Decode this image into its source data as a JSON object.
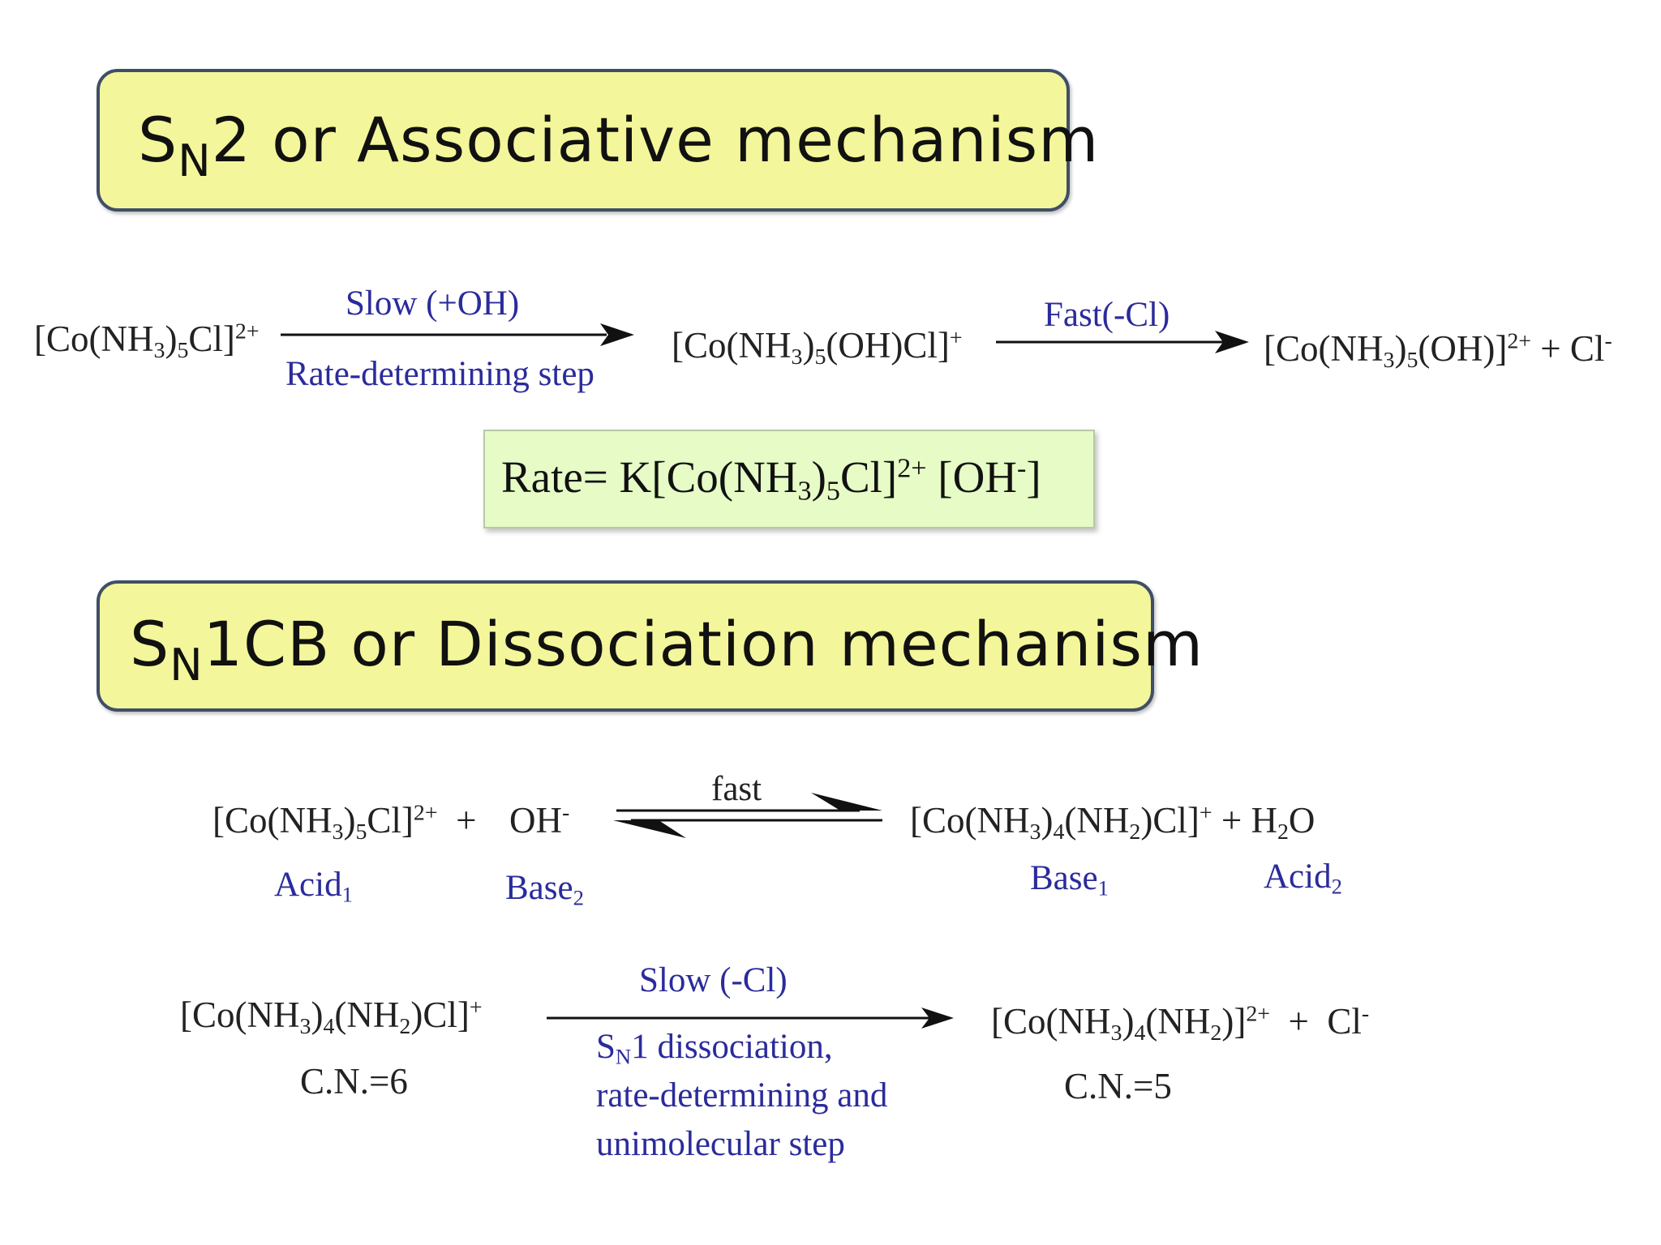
{
  "sn2": {
    "title_prefix": "S",
    "title_sub": "N",
    "title_rest": "2 or Associative mechanism",
    "reactant": {
      "p1": "[Co(NH",
      "s1": "3",
      "p2": ")",
      "s2": "5",
      "p3": "Cl]",
      "charge": "2+"
    },
    "arrow1_top": "Slow (+OH)",
    "arrow1_bottom": "Rate-determining step",
    "intermediate": {
      "p1": "[Co(NH",
      "s1": "3",
      "p2": ")",
      "s2": "5",
      "p3": "(OH)Cl]",
      "charge": "+"
    },
    "arrow2_top": "Fast(-Cl)",
    "product": {
      "p1": "[Co(NH",
      "s1": "3",
      "p2": ")",
      "s2": "5",
      "p3": "(OH)]",
      "charge": "2+",
      "extra": " + Cl",
      "extra_charge": "-"
    },
    "rate_law": {
      "p1": "Rate= K[Co(NH",
      "s1": "3",
      "p2": ")",
      "s2": "5",
      "p3": "Cl]",
      "charge": "2+",
      "p4": " [OH",
      "charge2": "-",
      "p5": "]"
    }
  },
  "sn1cb": {
    "title_prefix": "S",
    "title_sub": "N",
    "title_rest": "1CB or Dissociation mechanism",
    "eq1": {
      "reactant": {
        "p1": "[Co(NH",
        "s1": "3",
        "p2": ")",
        "s2": "5",
        "p3": "Cl]",
        "charge": "2+",
        "plus": "  +  ",
        "oh": "OH",
        "oh_charge": "-"
      },
      "arrow_label": "fast",
      "product": {
        "p1": "[Co(NH",
        "s1": "3",
        "p2": ")",
        "s2": "4",
        "p3": "(NH",
        "s3": "2",
        "p4": ")Cl]",
        "charge": "+",
        "p5": " + H",
        "s4": "2",
        "p6": "O"
      },
      "labels": [
        {
          "text": "Acid",
          "sub": "1"
        },
        {
          "text": "Base",
          "sub": "2"
        },
        {
          "text": "Base",
          "sub": "1"
        },
        {
          "text": "Acid",
          "sub": "2"
        }
      ]
    },
    "eq2": {
      "reactant": {
        "p1": "[Co(NH",
        "s1": "3",
        "p2": ")",
        "s2": "4",
        "p3": "(NH",
        "s3": "2",
        "p4": ")Cl]",
        "charge": "+"
      },
      "reactant_cn": "C.N.=6",
      "arrow_top": "Slow (-Cl)",
      "arrow_bottom_prefix": "S",
      "arrow_bottom_sub": "N",
      "arrow_bottom_line1": "1 dissociation,",
      "arrow_bottom_line2": "rate-determining and",
      "arrow_bottom_line3": "unimolecular step",
      "product": {
        "p1": "[Co(NH",
        "s1": "3",
        "p2": ")",
        "s2": "4",
        "p3": "(NH",
        "s3": "2",
        "p4": ")]",
        "charge": "2+",
        "p5": "  +  Cl",
        "charge2": "-"
      },
      "product_cn": "C.N.=5"
    }
  }
}
